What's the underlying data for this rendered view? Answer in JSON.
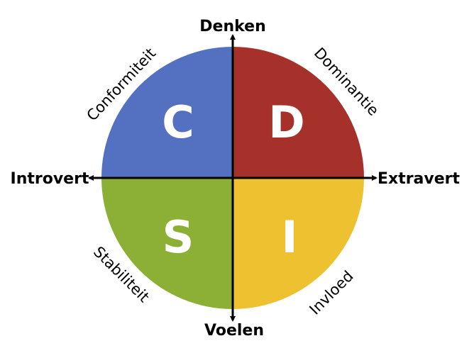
{
  "axes": {
    "top": "Denken",
    "bottom": "Voelen",
    "left": "Introvert",
    "right": "Extravert"
  },
  "quadrants": [
    {
      "letter": "C",
      "trait": "Conformiteit",
      "color": "#5470C1"
    },
    {
      "letter": "D",
      "trait": "Dominantie",
      "color": "#A5312A"
    },
    {
      "letter": "S",
      "trait": "Stabiliteit",
      "color": "#8CB035"
    },
    {
      "letter": "I",
      "trait": "Invloed",
      "color": "#EDC130"
    }
  ]
}
